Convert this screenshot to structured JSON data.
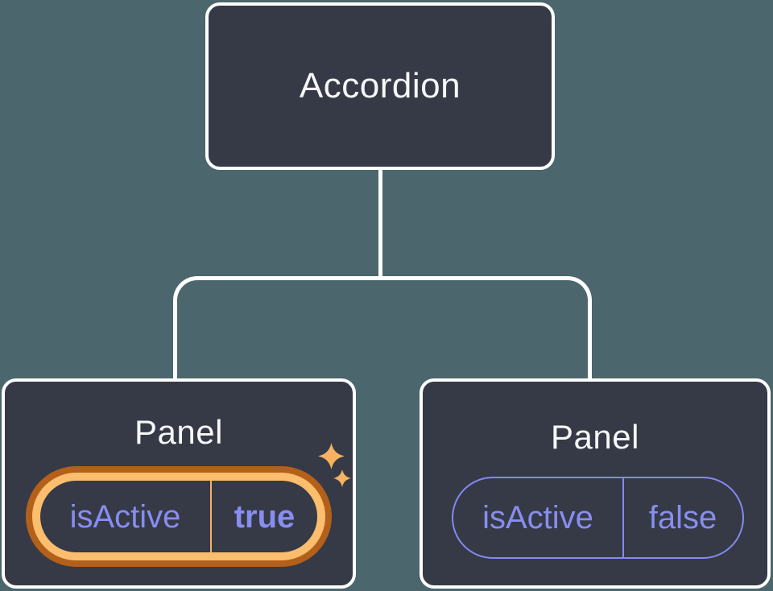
{
  "colors": {
    "background": "#4c666d",
    "node_fill": "#353a46",
    "node_border": "#ffffff",
    "title_text": "#f6f7f9",
    "prop_text": "#888df0",
    "prop_border": "#8589ee",
    "ring_outer": "#b3601a",
    "ring_inner": "#fbbd6e",
    "pill_divider": "#f5b264",
    "sparkle": "#f6b261"
  },
  "root_node": {
    "title": "Accordion"
  },
  "panels": [
    {
      "title": "Panel",
      "prop_name": "isActive",
      "prop_value": "true",
      "highlighted": true
    },
    {
      "title": "Panel",
      "prop_name": "isActive",
      "prop_value": "false",
      "highlighted": false
    }
  ]
}
